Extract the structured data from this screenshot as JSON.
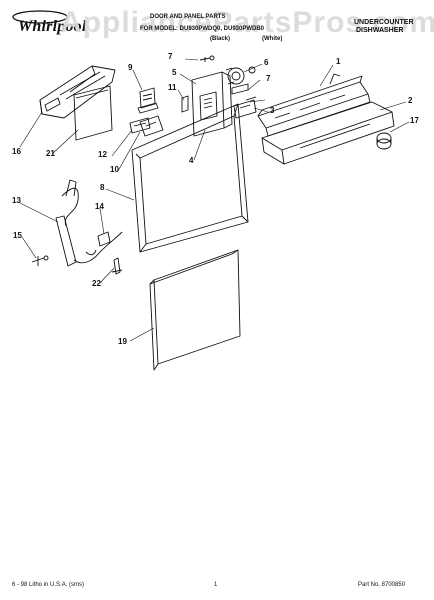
{
  "header": {
    "brand": "Whirlpool",
    "watermark": "AppliancePartsPros.com",
    "doc_title_line": "DOOR AND PANEL PARTS",
    "model_line": "FOR MODEL: DU930PWDQ0, DU930PWDB0",
    "color_left": "(Black)",
    "color_right": "(White)",
    "category_line1": "UNDERCOUNTER",
    "category_line2": "DISHWASHER"
  },
  "callouts": [
    "1",
    "2",
    "3",
    "4",
    "5",
    "6",
    "7",
    "7",
    "8",
    "9",
    "10",
    "11",
    "12",
    "13",
    "14",
    "15",
    "16",
    "17",
    "19",
    "21",
    "22"
  ],
  "footer": {
    "litho": "6 - 98 Litho in U.S.A. (sms)",
    "page": "1",
    "part_no": "Part No. 8700850"
  }
}
